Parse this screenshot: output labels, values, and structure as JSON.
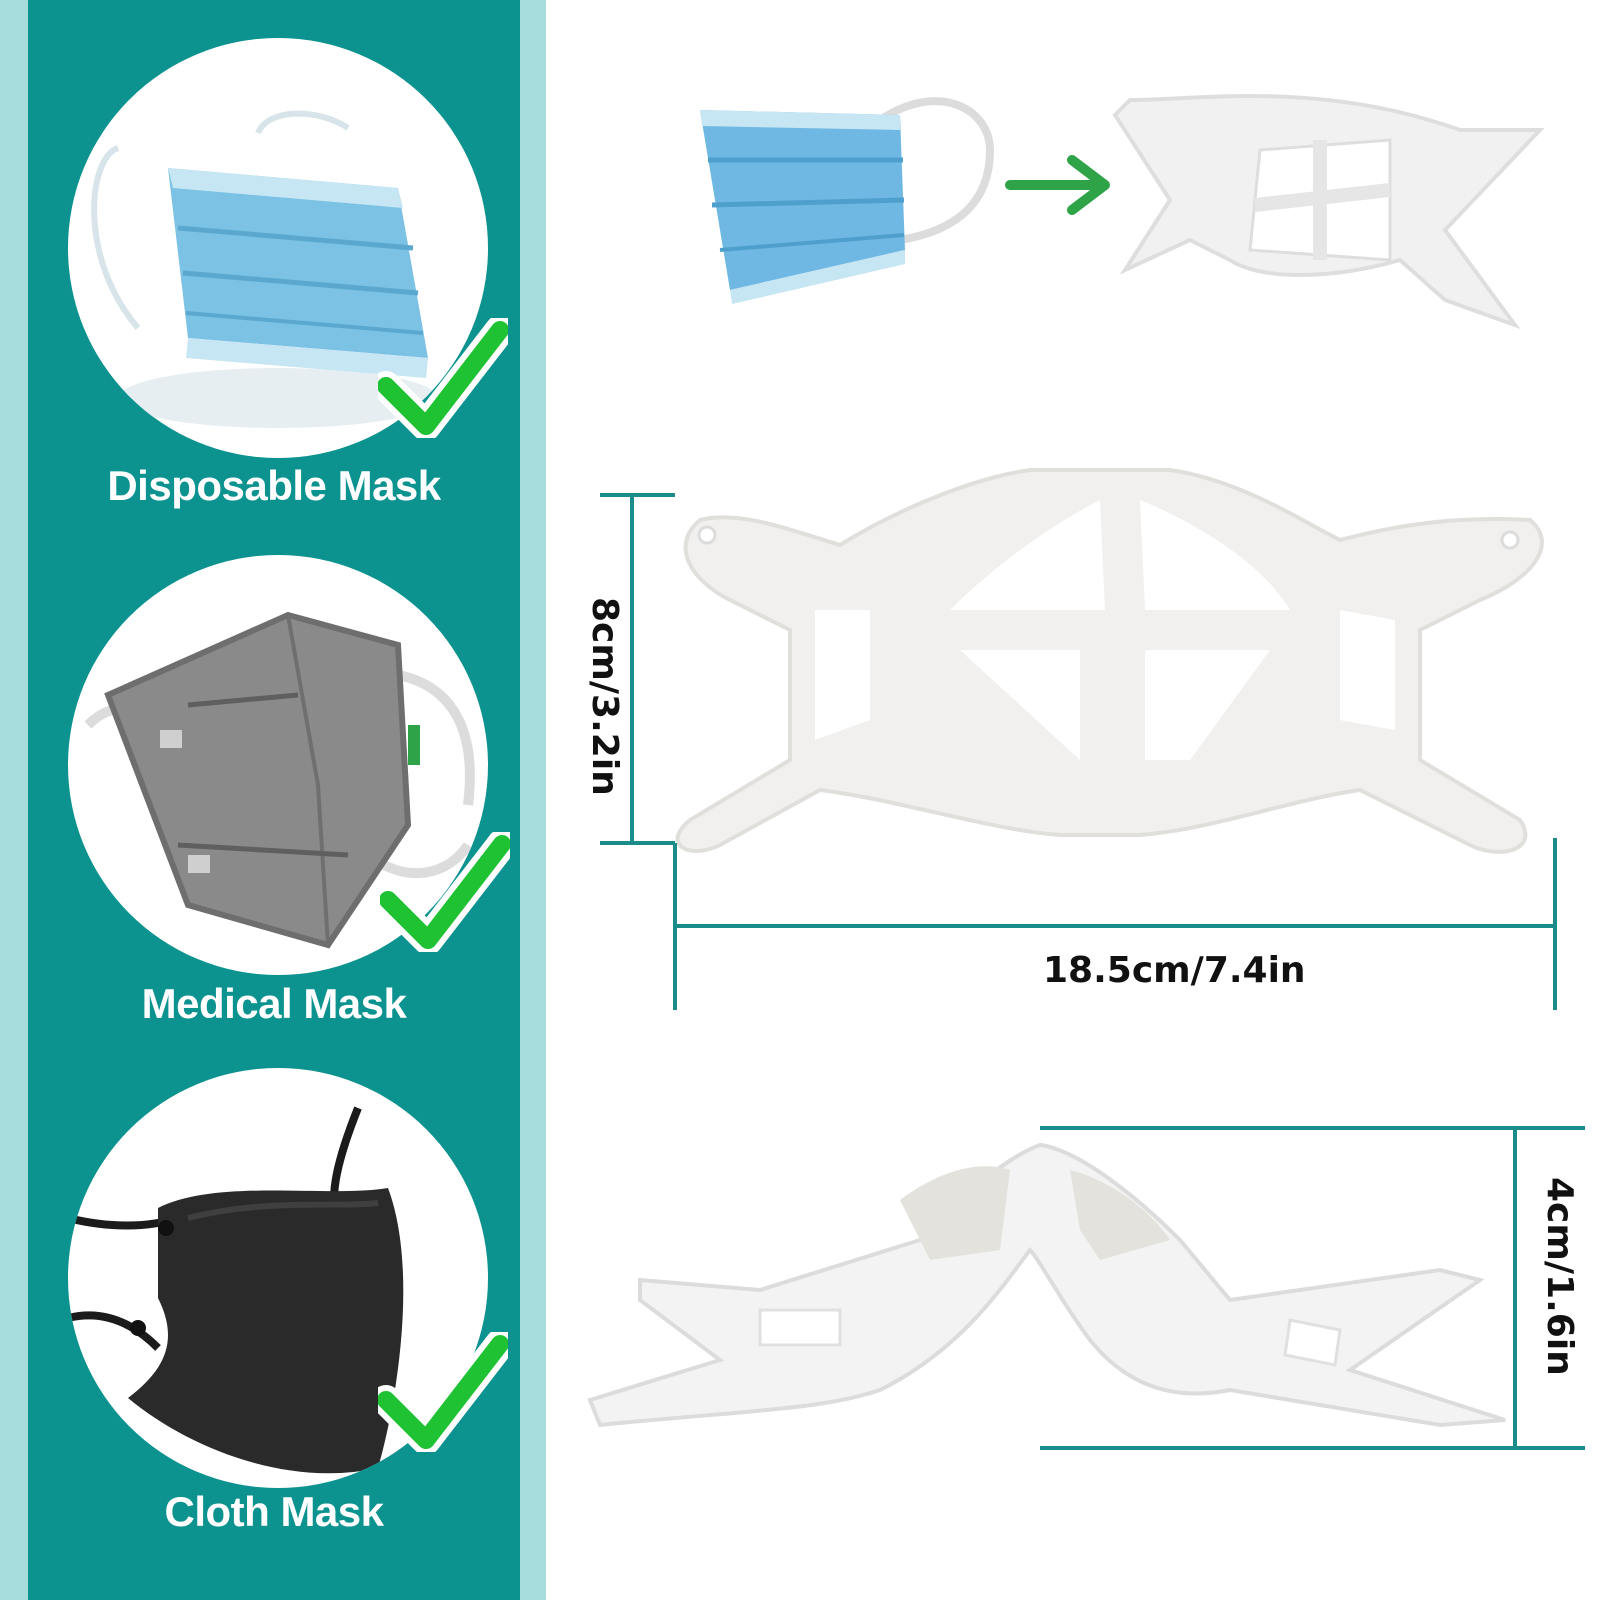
{
  "left_panel": {
    "colors": {
      "panel": "#0c9390",
      "strip": "#a6dcdb",
      "check": "#1fc232"
    },
    "items": [
      {
        "label": "Disposable Mask",
        "image": "disposable-mask",
        "checked": true
      },
      {
        "label": "Medical Mask",
        "image": "kn95-mask",
        "checked": true
      },
      {
        "label": "Cloth Mask",
        "image": "cloth-mask",
        "checked": true
      }
    ]
  },
  "right_panel": {
    "arrow_color": "#2fa348",
    "dimension_line_color": "#1a8d8a",
    "height_front": "8cm/3.2in",
    "width_front": "18.5cm/7.4in",
    "height_side": "4cm/1.6in"
  }
}
